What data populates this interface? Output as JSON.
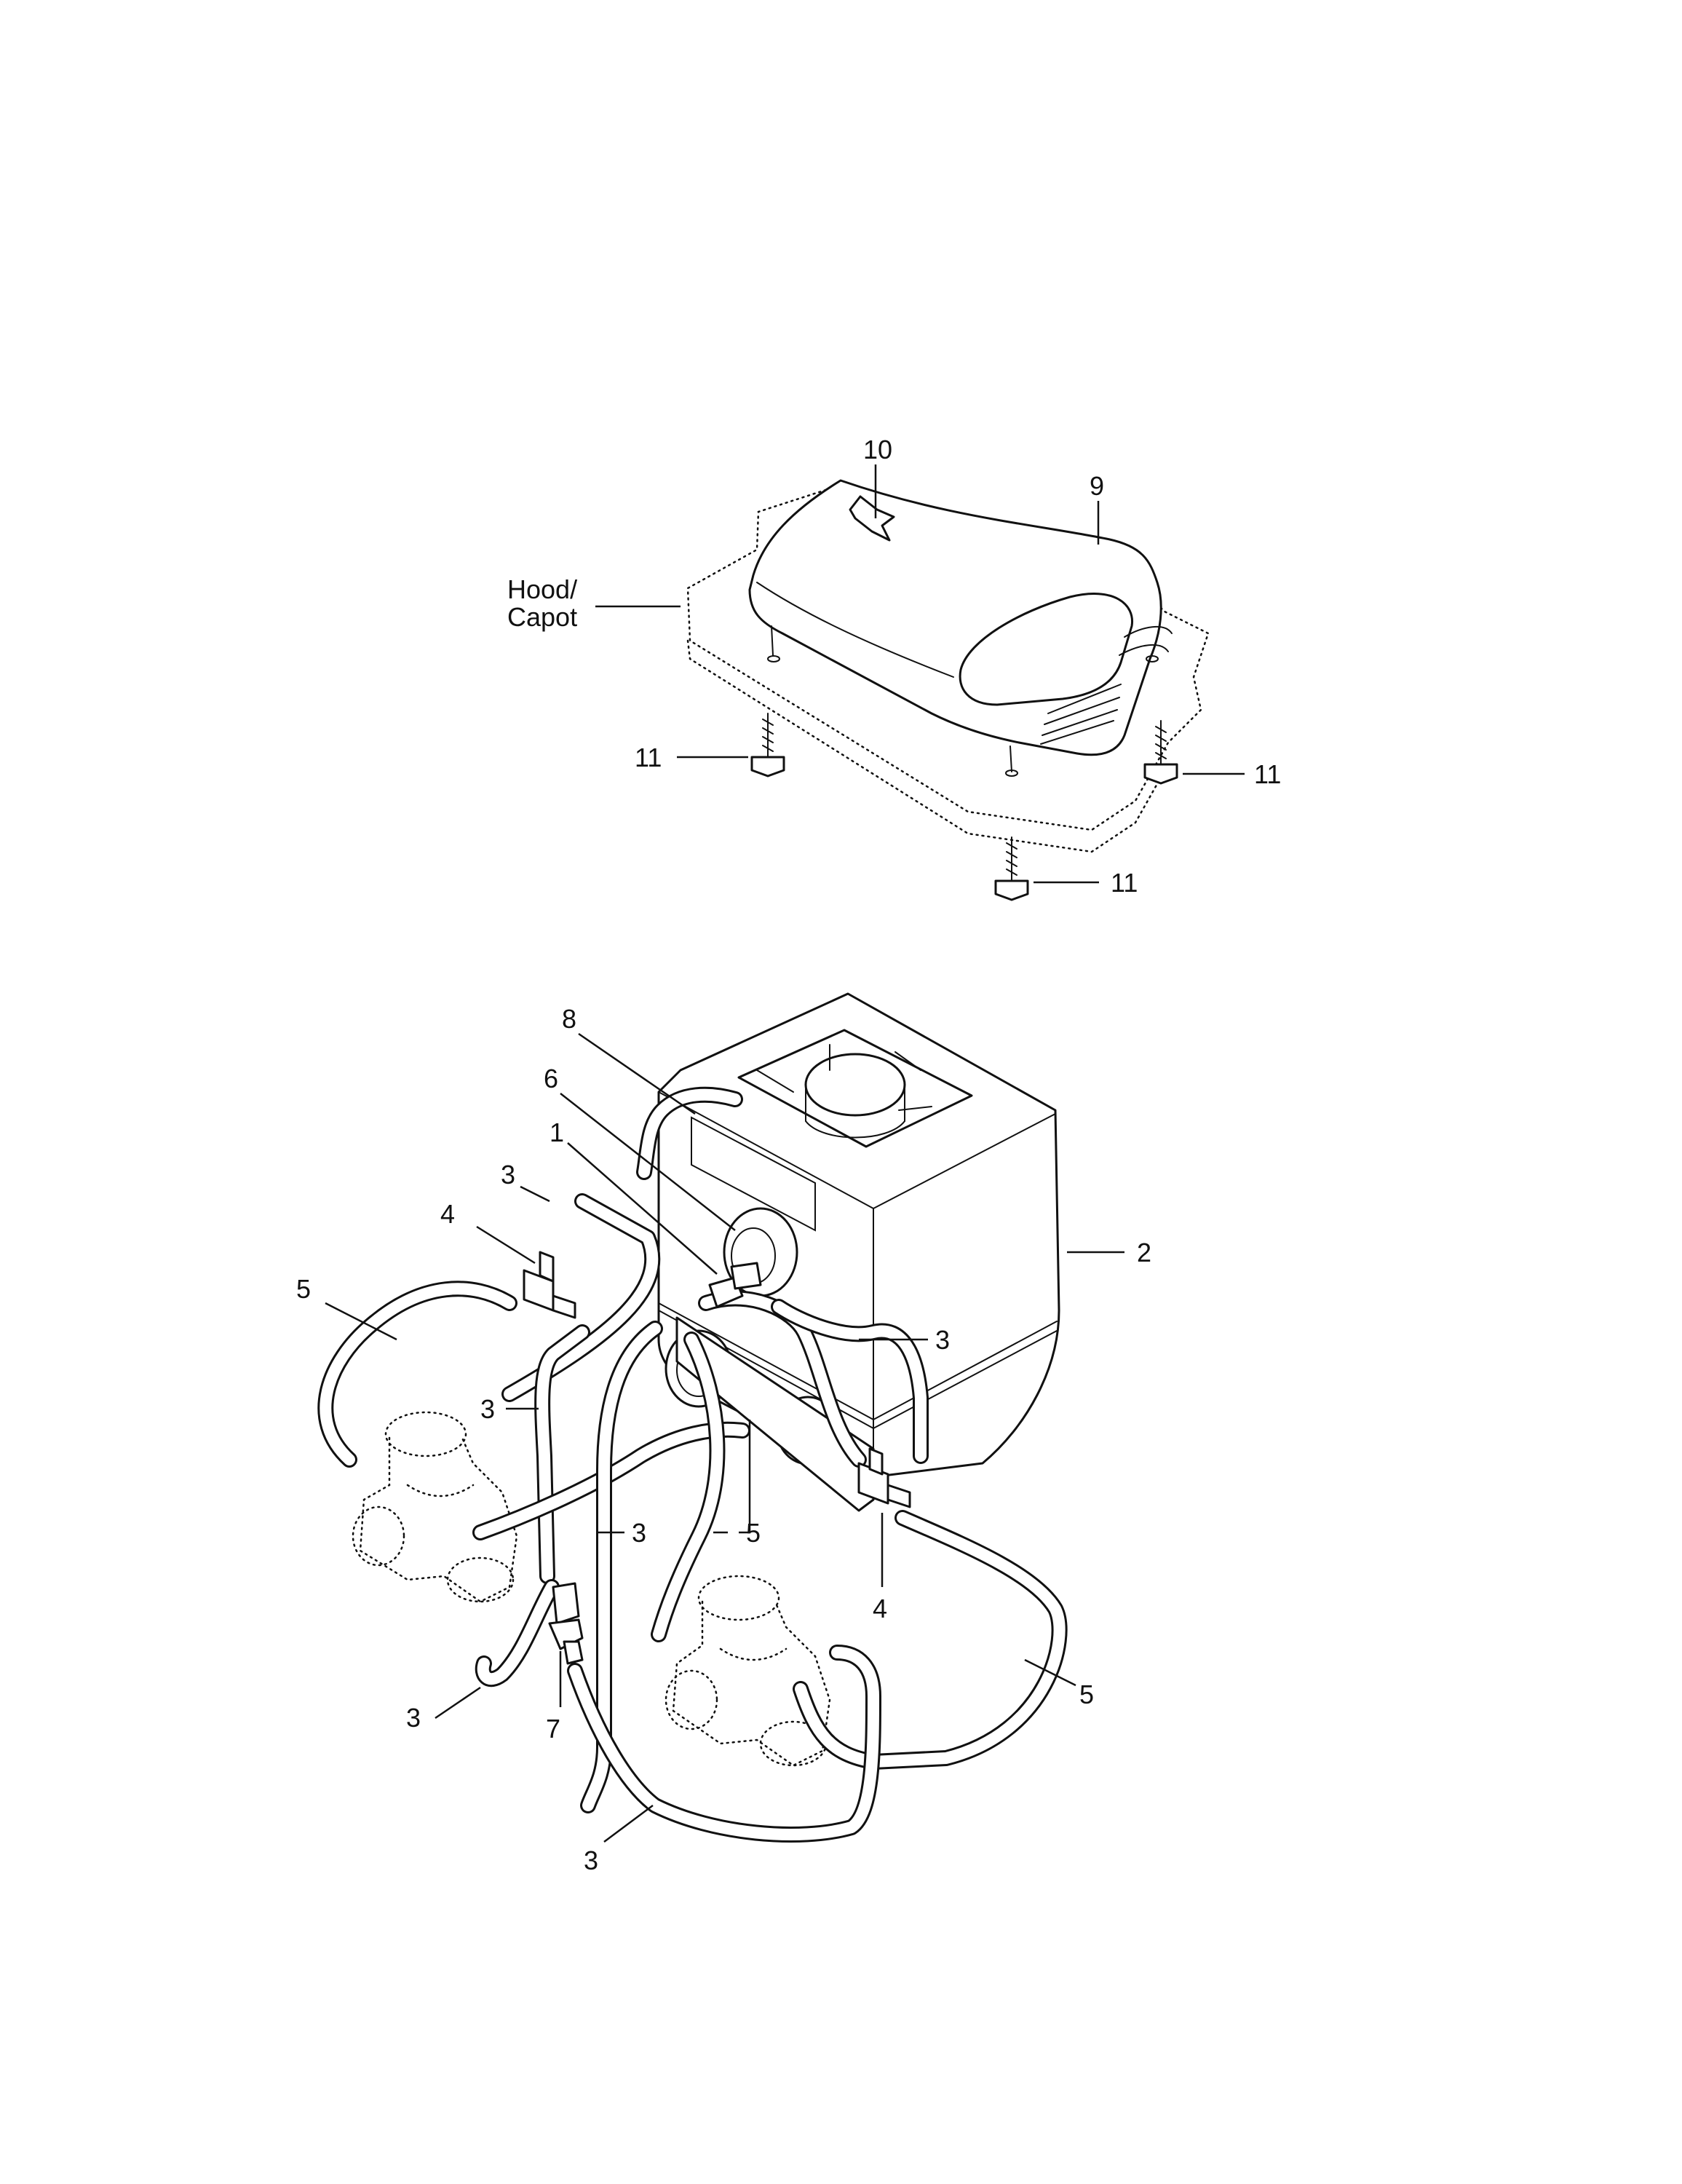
{
  "labels": {
    "hood": "Hood/",
    "capot": "Capot",
    "part_1": "1",
    "part_2": "2",
    "part_3": "3",
    "part_4": "4",
    "part_5": "5",
    "part_6": "6",
    "part_7": "7",
    "part_8": "8",
    "part_9": "9",
    "part_10": "10",
    "part_11": "11"
  }
}
